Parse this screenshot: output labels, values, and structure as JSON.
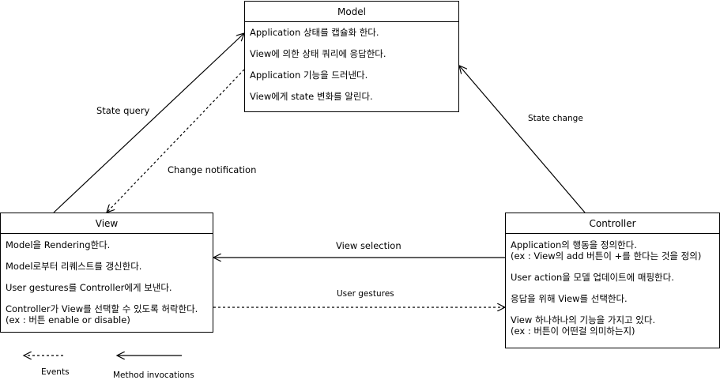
{
  "model": {
    "title": "Model",
    "items": [
      {
        "line1": "Application 상태를 캡슐화 한다."
      },
      {
        "line1": "View에 의한 상태 쿼리에 응답한다."
      },
      {
        "line1": "Application 기능을 드러낸다."
      },
      {
        "line1": "View에게 state 변화를 알린다."
      }
    ]
  },
  "view": {
    "title": "View",
    "items": [
      {
        "line1": "Model을 Rendering한다."
      },
      {
        "line1": "Model로부터 리퀘스트를 갱신한다."
      },
      {
        "line1": "User gestures를 Controller에게 보낸다."
      },
      {
        "line1": "Controller가 View를 선택할 수 있도록 허락한다.",
        "line2": "(ex : 버튼 enable or disable)"
      }
    ]
  },
  "controller": {
    "title": "Controller",
    "items": [
      {
        "line1": "Application의 행동을 정의한다.",
        "line2": "(ex : View의 add 버튼이 +를 한다는 것을 정의)"
      },
      {
        "line1": "User action을 모델 업데이트에 매핑한다."
      },
      {
        "line1": "응답을 위해 View를 선택한다."
      },
      {
        "line1": "View 하나하나의 기능을 가지고 있다.",
        "line2": "(ex : 버튼이 어떤걸 의미하는지)"
      }
    ]
  },
  "edges": {
    "state_query": "State query",
    "change_notification": "Change notification",
    "state_change": "State change",
    "view_selection": "View selection",
    "user_gestures": "User gestures"
  },
  "legend": {
    "events": "Events",
    "method_invocations": "Method invocations"
  }
}
